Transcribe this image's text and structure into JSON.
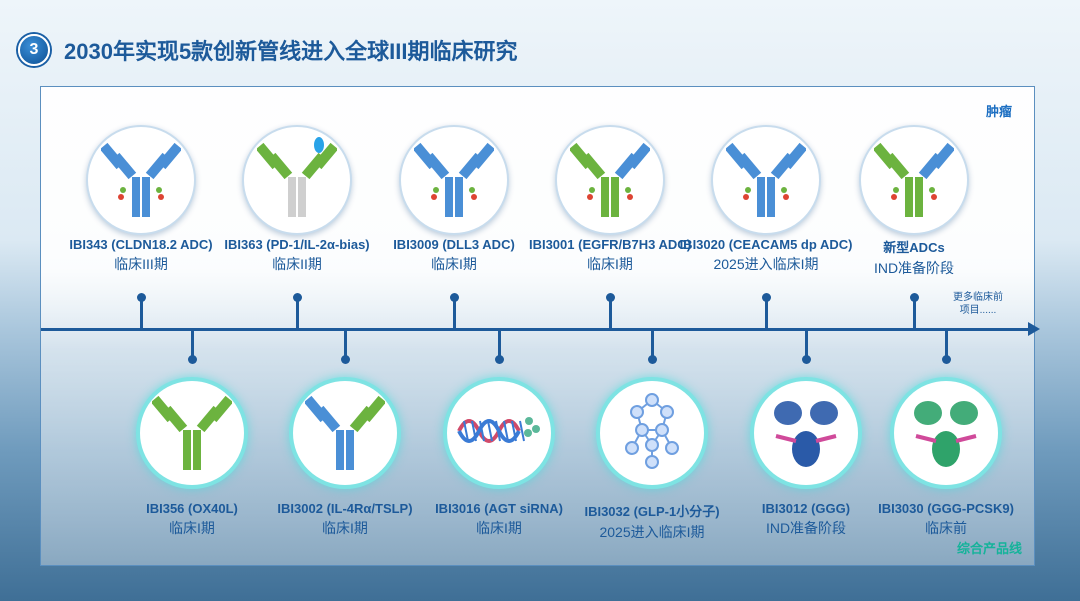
{
  "header": {
    "badge": "3",
    "title": "2030年实现5款创新管线进入全球III期临床研究"
  },
  "panel": {
    "tag_top": "肿瘤",
    "tag_bottom": "综合产品线",
    "more_line1": "更多临床前",
    "more_line2": "项目......"
  },
  "top_items": [
    {
      "name": "IBI343 (CLDN18.2 ADC)",
      "stage": "临床III期",
      "icon": "antibody-adc-icon",
      "color": "#4a8fd6"
    },
    {
      "name": "IBI363 (PD-1/IL-2α-bias)",
      "stage": "临床II期",
      "icon": "antibody-fusion-icon",
      "color": "#6cb33f"
    },
    {
      "name": "IBI3009 (DLL3 ADC)",
      "stage": "临床I期",
      "icon": "antibody-adc-icon",
      "color": "#4a8fd6"
    },
    {
      "name": "IBI3001 (EGFR/B7H3 ADC)",
      "stage": "临床I期",
      "icon": "bispecific-adc-icon",
      "color": "#6cb33f"
    },
    {
      "name": "IBI3020 (CEACAM5 dp ADC)",
      "stage": "2025进入临床I期",
      "icon": "antibody-adc-icon",
      "color": "#4a8fd6"
    },
    {
      "name": "新型ADCs",
      "stage": "IND准备阶段",
      "icon": "bispecific-adc-icon",
      "color": "#6cb33f"
    }
  ],
  "bottom_items": [
    {
      "name": "IBI356 (OX40L)",
      "stage": "临床I期",
      "icon": "antibody-icon",
      "color": "#6cb33f"
    },
    {
      "name": "IBI3002 (IL-4Rα/TSLP)",
      "stage": "临床I期",
      "icon": "bispecific-antibody-icon",
      "color": "#4a8fd6"
    },
    {
      "name": "IBI3016 (AGT siRNA)",
      "stage": "临床I期",
      "icon": "sirna-helix-icon",
      "color": "#d04a6a"
    },
    {
      "name": "IBI3032 (GLP-1小分子)",
      "stage": "2025进入临床I期",
      "icon": "small-molecule-icon",
      "color": "#6f9fe0"
    },
    {
      "name": "IBI3012 (GGG)",
      "stage": "IND准备阶段",
      "icon": "protein-structure-icon",
      "color": "#2a5aa8"
    },
    {
      "name": "IBI3030 (GGG-PCSK9)",
      "stage": "临床前",
      "icon": "protein-structure-icon",
      "color": "#2fa36a"
    }
  ]
}
